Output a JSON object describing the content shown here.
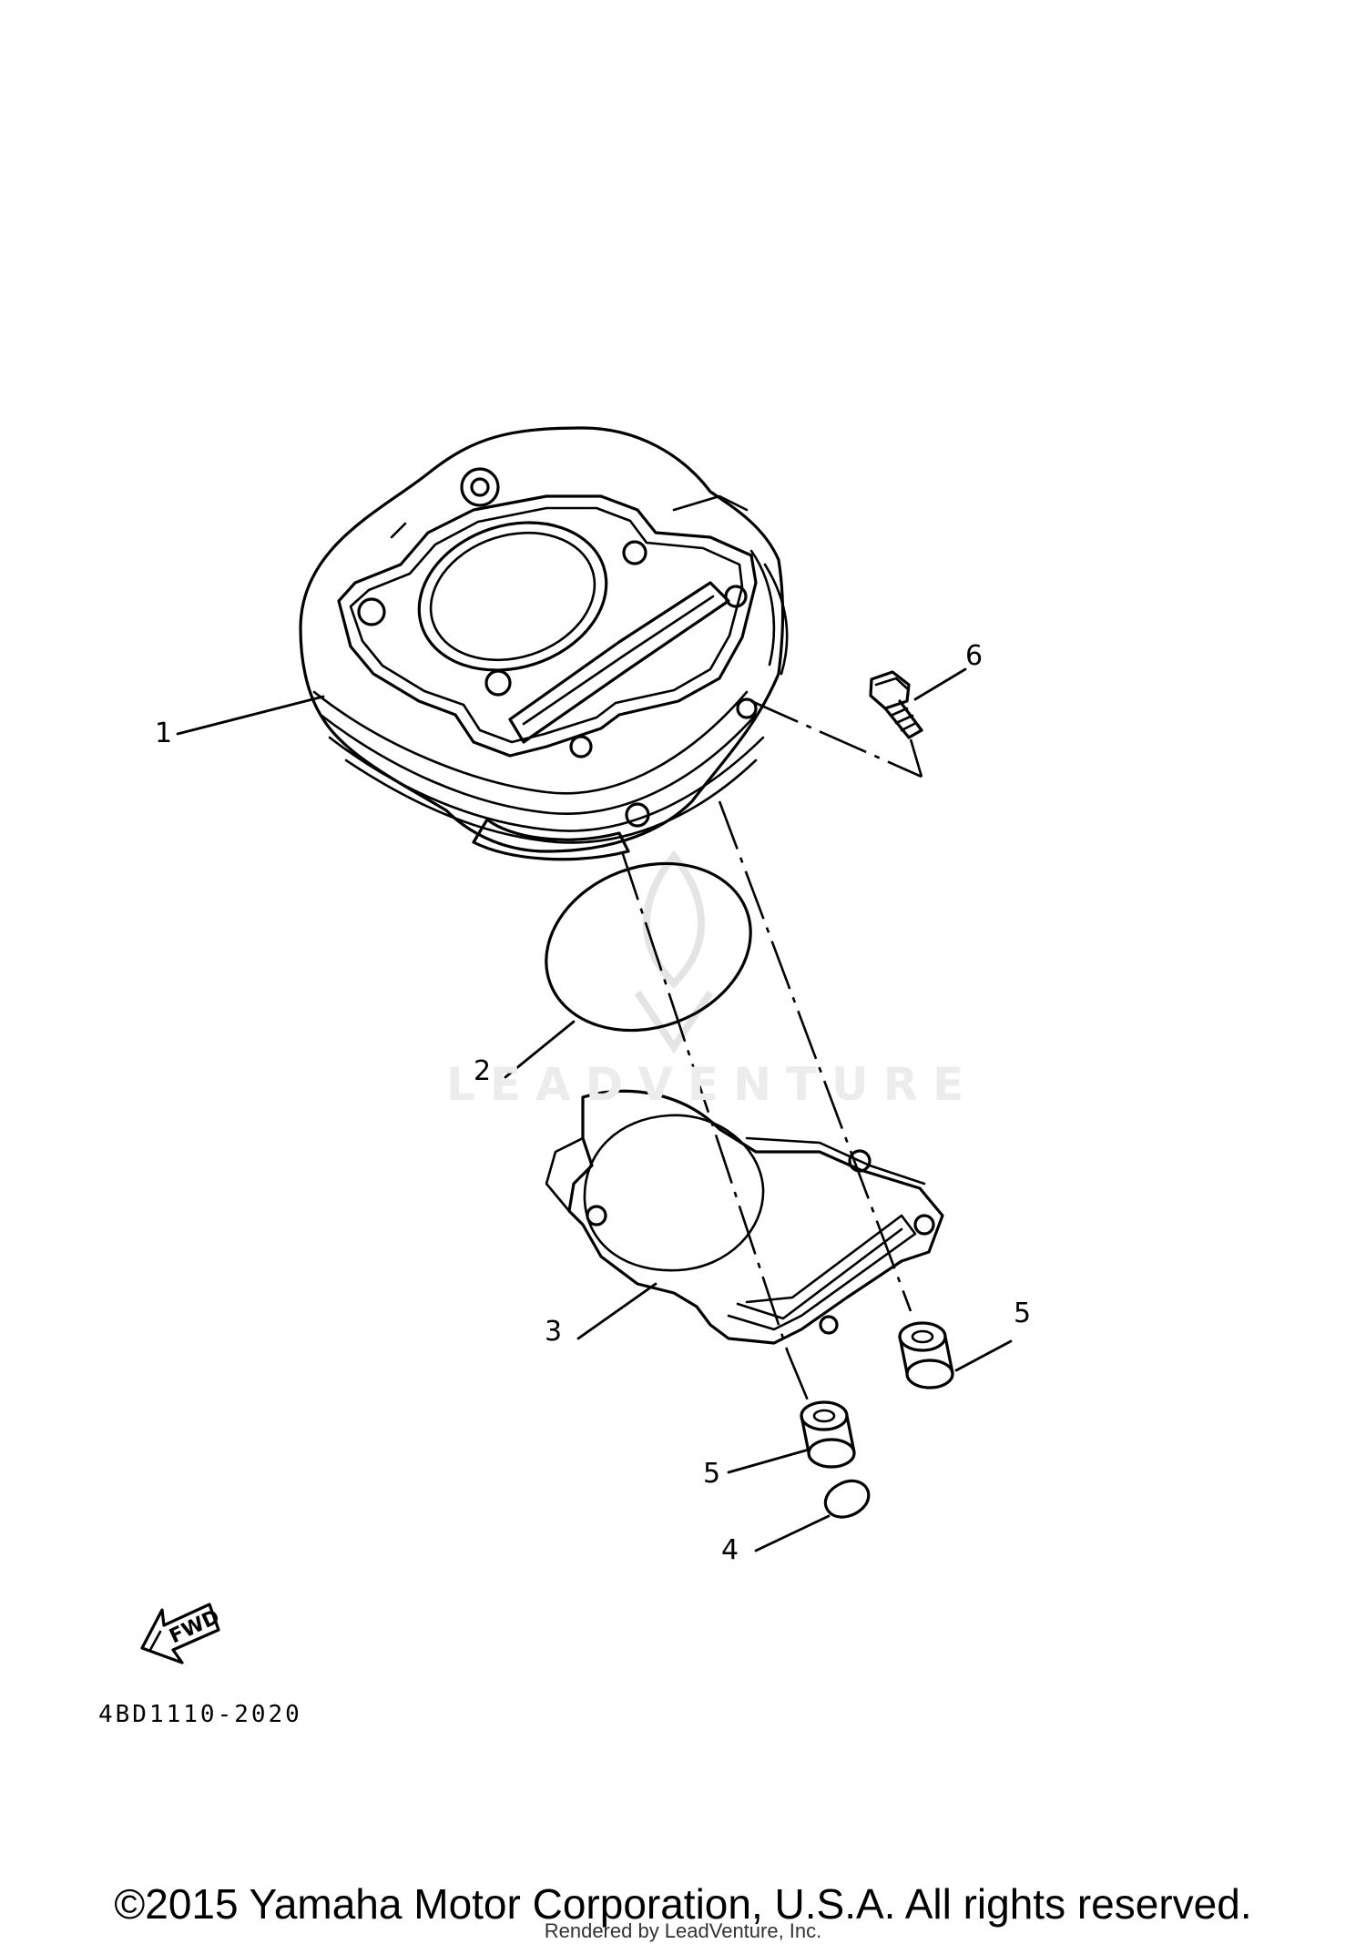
{
  "callouts": {
    "c1": "1",
    "c2": "2",
    "c3": "3",
    "c4": "4",
    "c5a": "5",
    "c5b": "5",
    "c6": "6"
  },
  "fwd_label": "FWD",
  "diagram_code": "4BD1110-2020",
  "watermark": "LEADVENTURE",
  "copyright": "©2015 Yamaha Motor Corporation, U.S.A. All rights reserved.",
  "rendered_by": "Rendered by LeadVenture, Inc."
}
